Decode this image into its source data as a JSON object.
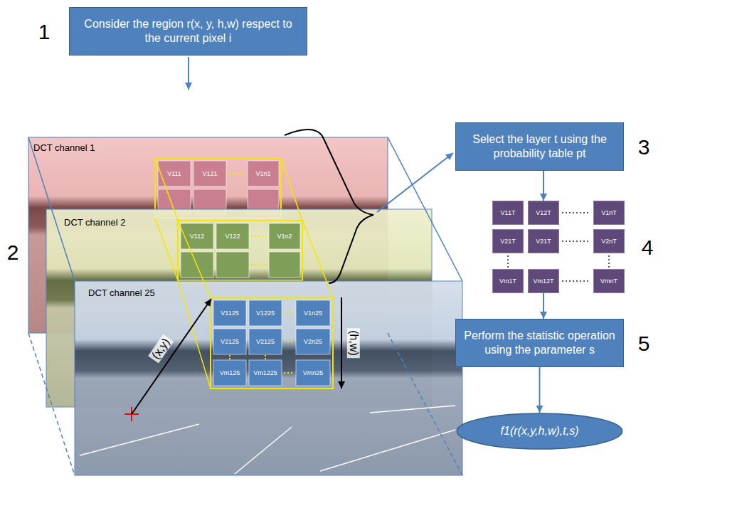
{
  "diagram": {
    "nodes": [
      {
        "text": [
          "Consider the region r(x, y, h,w) respect to the current pixel i"
        ]
      },
      {
        "text": [
          "Select the layer t using the probability table pt"
        ]
      },
      {
        "text": [
          "V11T"
        ]
      },
      {
        "text": [
          "V12T"
        ]
      },
      {
        "text": [
          "V1nT"
        ]
      },
      {
        "text": [
          "V21T"
        ]
      },
      {
        "text": [
          "V21T"
        ]
      },
      {
        "text": [
          "V2nT"
        ]
      },
      {
        "text": [
          "Vm1T"
        ]
      },
      {
        "text": [
          "Vm12T"
        ]
      },
      {
        "text": [
          "VmnT"
        ]
      },
      {
        "text": [
          "Perform the statistic operation using the parameter s"
        ]
      },
      {
        "text": [
          "f1(r(x,y,h,w),t,s)"
        ]
      }
    ],
    "edges": [
      {
        "from": 1,
        "to": 3,
        "arrow": "to"
      },
      {
        "from": 9,
        "to": 11,
        "arrow": "to"
      },
      {
        "from": 11,
        "to": 12,
        "arrow": "to"
      }
    ],
    "labels": [
      "1",
      "2",
      "3",
      "4",
      "5",
      "DCT channel 1",
      "DCT channel 2",
      "DCT channel 25",
      "(x,y)",
      "(h,w)",
      "V111",
      "V121",
      "V1n1",
      "V112",
      "V122",
      "V1n2",
      "V1125",
      "V1225",
      "V1n25",
      "V2125",
      "V2125",
      "V2n25",
      "Vm125",
      "Vm1225",
      "Vmn25"
    ]
  }
}
